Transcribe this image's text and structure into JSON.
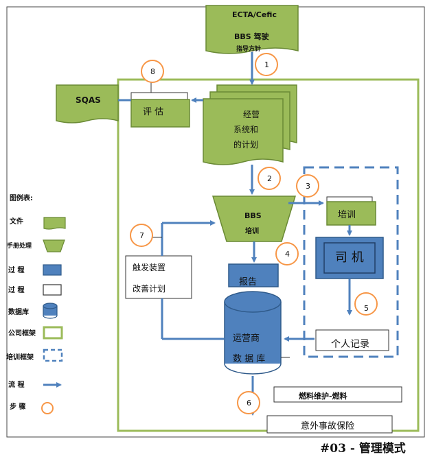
{
  "ecta": {
    "line1": "ECTA/Cefic",
    "line2": "BBS 驾驶",
    "line3": "指导方针"
  },
  "sqas": "SQAS",
  "evaluation": "评 估",
  "plan": {
    "line1": "经营",
    "line2": "系统和",
    "line3": "的计划"
  },
  "bbs": {
    "line1": "BBS",
    "line2": "培训"
  },
  "report": "报告",
  "trigger": {
    "line1": "触发装置",
    "line2": "改善计划"
  },
  "training": "培训",
  "driver": "司 机",
  "personal_record": "个人记录",
  "database": {
    "line1": "运营商",
    "line2": "数 据 库"
  },
  "fuel": "燃料维护-燃料",
  "insurance": "意外事故保险",
  "steps": [
    "1",
    "2",
    "3",
    "4",
    "5",
    "6",
    "7",
    "8"
  ],
  "legend": {
    "title": "图例表:",
    "items": [
      "文件",
      "手册处理",
      "过 程",
      "过 程",
      "数据库",
      "公司框架",
      "培训框架",
      "流 程",
      "步 骤"
    ]
  },
  "caption": "#03 - 管理模式",
  "colors": {
    "green": "#9bbb59",
    "green_dark": "#6a8a35",
    "blue": "#4f81bd",
    "blue_dark": "#2f5a8a",
    "orange": "#f79646"
  }
}
